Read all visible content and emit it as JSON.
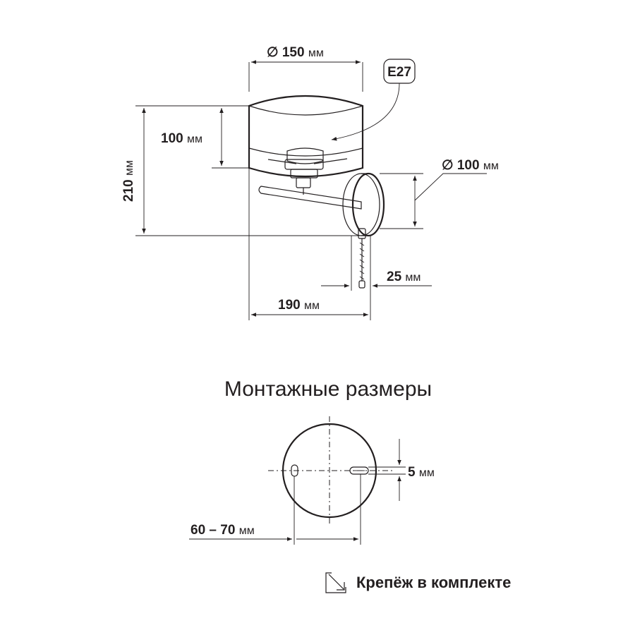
{
  "product_drawing": {
    "shade_diameter": "∅ 150",
    "shade_height": "100",
    "total_height": "210",
    "base_diameter": "∅ 100",
    "pull_chain_offset": "25",
    "total_depth": "190",
    "socket_type": "E27",
    "unit": "мм"
  },
  "mounting": {
    "title": "Монтажные размеры",
    "slot_offset": "5",
    "hole_spacing": "60 – 70",
    "unit": "мм"
  },
  "footer": {
    "note": "Крепёж в комплекте",
    "icon": "arrow-into-box-icon"
  }
}
